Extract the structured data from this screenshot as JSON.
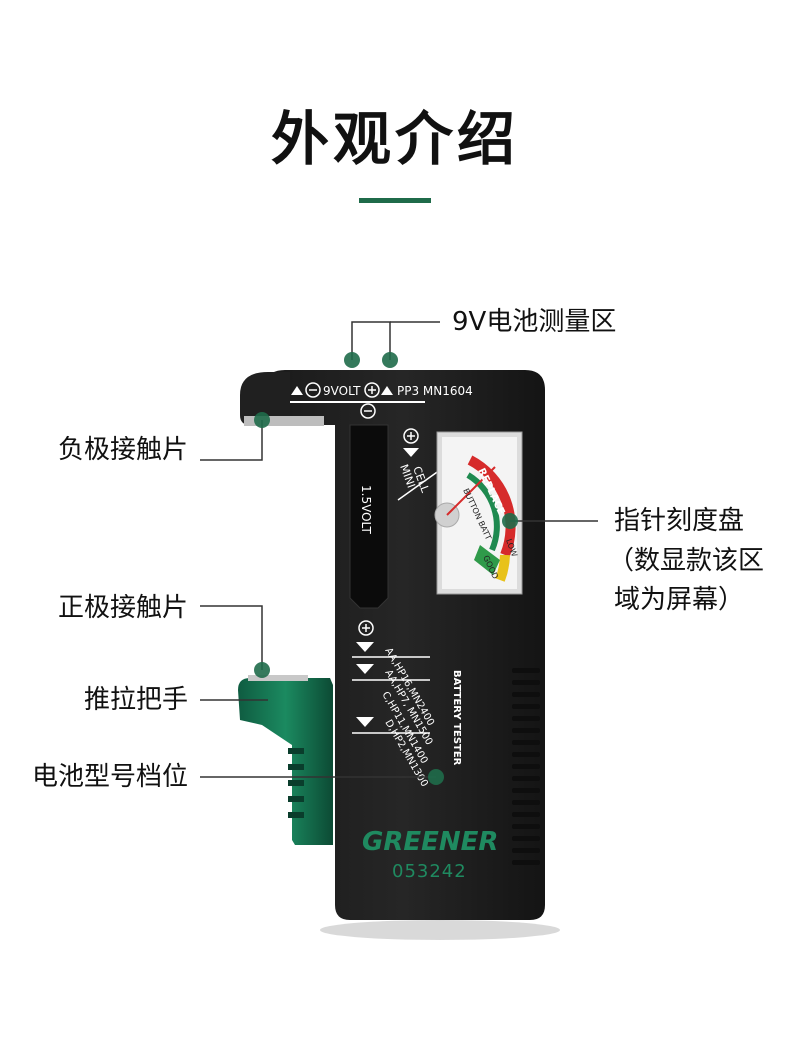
{
  "title": "外观介绍",
  "accent_color": "#1f6b4a",
  "callouts": {
    "nine_volt_area": "9V电池测量区",
    "negative_contact": "负极接触片",
    "pointer_dial": "指针刻度盘",
    "pointer_dial_note_line1": "（数显款该区",
    "pointer_dial_note_line2": "域为屏幕）",
    "positive_contact": "正极接触片",
    "slider_handle": "推拉把手",
    "battery_type_positions": "电池型号档位"
  },
  "device": {
    "top_label_9volt": "9VOLT",
    "top_label_pp3": "PP3 MN1604",
    "vertical_label_15volt": "1.5VOLT",
    "mini_cell_label_1": "MINI",
    "mini_cell_label_2": "CELL",
    "dial_replace": "REPLACE",
    "dial_button_batt": "BUTTON BATT",
    "dial_low": "LOW",
    "dial_good": "GOOD",
    "aa_label": "AA,HP16,MN2400",
    "aa2_label": "AA,HP7, MN1500",
    "c_label": "C,HP11,MN1400",
    "d_label": "D,HP2,MN1300",
    "battery_tester": "BATTERY TESTER",
    "brand": "GREENER",
    "model": "053242"
  }
}
